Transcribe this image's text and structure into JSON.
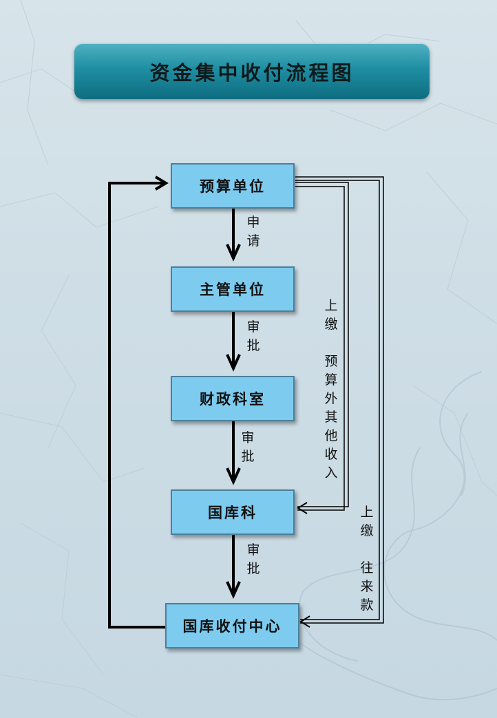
{
  "title": "资金集中收付流程图",
  "nodes": {
    "budget_unit": "预算单位",
    "supervisor_unit": "主管单位",
    "finance_section": "财政科室",
    "treasury_section": "国库科",
    "treasury_center": "国库收付中心"
  },
  "edge_labels": {
    "apply": "申\n请",
    "approve_1": "审\n批",
    "approve_2": "审\n批",
    "approve_3": "审\n批",
    "remit_other_income": "上\n缴\n\n预\n算\n外\n其\n他\n收\n入",
    "remit_current_account": "上\n缴\n\n往\n来\n款"
  },
  "colors": {
    "node_fill": "#7ecbf0",
    "title_fill": "#1f8ea3",
    "arrow": "#000000"
  }
}
